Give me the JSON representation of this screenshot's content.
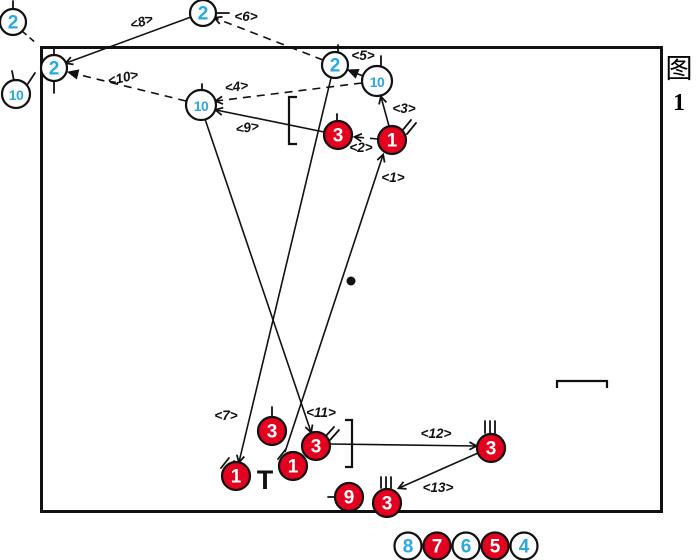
{
  "colors": {
    "red": "#e4001f",
    "blue": "#29a9e1",
    "ink": "#111111"
  },
  "circles": [
    {
      "label": "2"
    },
    {
      "label": "10"
    },
    {
      "label": "2"
    },
    {
      "label": "2"
    },
    {
      "label": "2"
    },
    {
      "label": "10"
    },
    {
      "label": "10"
    },
    {
      "label": "3"
    },
    {
      "label": "1"
    },
    {
      "label": "3"
    },
    {
      "label": "3"
    },
    {
      "label": "1"
    },
    {
      "label": "1"
    },
    {
      "label": "9"
    },
    {
      "label": "3"
    },
    {
      "label": "3"
    }
  ],
  "steps": [
    {
      "label": "<1>"
    },
    {
      "label": "<2>"
    },
    {
      "label": "<3>"
    },
    {
      "label": "<4>"
    },
    {
      "label": "<5>"
    },
    {
      "label": "<6>"
    },
    {
      "label": "<7>"
    },
    {
      "label": "<8>"
    },
    {
      "label": "<9>"
    },
    {
      "label": "<10>"
    },
    {
      "label": "<11>"
    },
    {
      "label": "<12>"
    },
    {
      "label": "<13>"
    }
  ],
  "legend": [
    {
      "label": "8",
      "type": "white"
    },
    {
      "label": "7",
      "type": "red"
    },
    {
      "label": "6",
      "type": "white"
    },
    {
      "label": "5",
      "type": "red"
    },
    {
      "label": "4",
      "type": "white"
    }
  ],
  "annotations": {
    "t_marker": "T",
    "figure_char": "图",
    "figure_number": "1"
  }
}
